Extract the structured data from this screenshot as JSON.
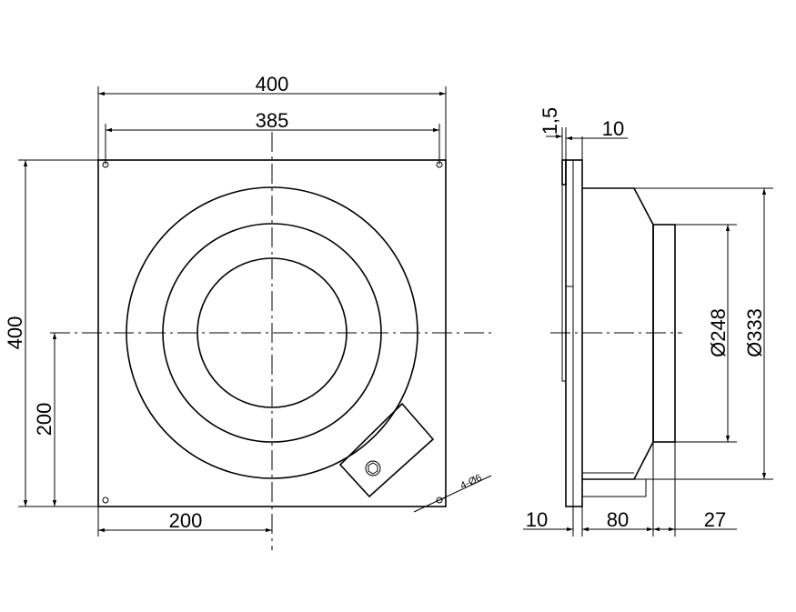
{
  "front_view": {
    "width_overall": "400",
    "hole_spacing_horizontal": "385",
    "height_overall": "400",
    "center_height": "200",
    "center_offset": "200",
    "hole_callout": "4-Ø6"
  },
  "side_view": {
    "flange_thickness_small": "1,5",
    "flange_gap": "10",
    "inner_diameter": "Ø248",
    "outer_diameter": "Ø333",
    "bottom_flange": "10",
    "body_depth": "80",
    "nozzle_depth": "27"
  },
  "colors": {
    "line": "#000000",
    "background": "#ffffff"
  }
}
